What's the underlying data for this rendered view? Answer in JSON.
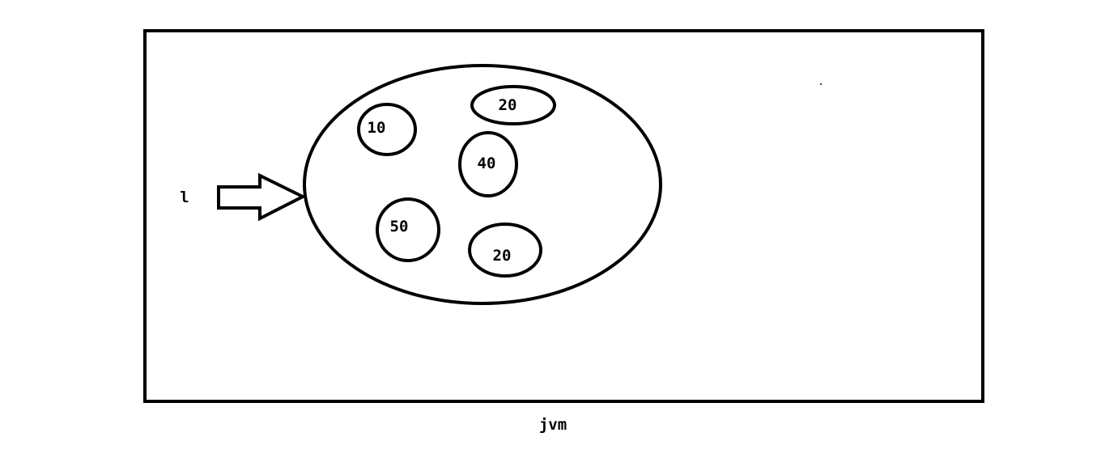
{
  "colors": {
    "ink": "#000000",
    "background": "#ffffff"
  },
  "diagram": {
    "pointer_label": "l",
    "container_label": "jvm",
    "objects": [
      {
        "value": "10"
      },
      {
        "value": "20"
      },
      {
        "value": "40"
      },
      {
        "value": "50"
      },
      {
        "value": "20"
      }
    ]
  }
}
